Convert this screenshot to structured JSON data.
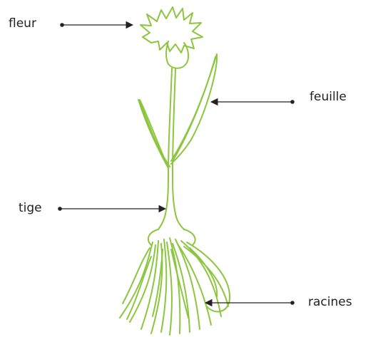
{
  "labels": {
    "flower": "fleur",
    "leaf": "feuille",
    "stem": "tige",
    "roots": "racines"
  },
  "colors": {
    "plant": "#8cc63f",
    "arrow": "#222222",
    "text": "#222222"
  },
  "icons": {
    "arrowhead": "triangle-arrowhead",
    "anchor": "dot"
  }
}
